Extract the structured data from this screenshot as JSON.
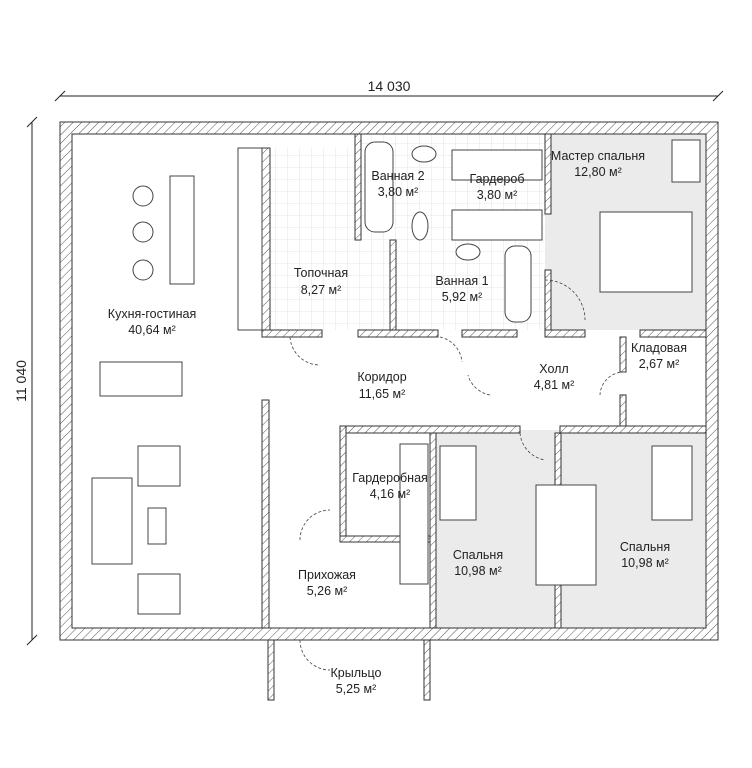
{
  "dimensions": {
    "width": "14 030",
    "height": "11 040"
  },
  "rooms": [
    {
      "name": "Кухня-гостиная",
      "area": "40,64 м²"
    },
    {
      "name": "Топочная",
      "area": "8,27 м²"
    },
    {
      "name": "Ванная 2",
      "area": "3,80 м²"
    },
    {
      "name": "Гардероб",
      "area": "3,80 м²"
    },
    {
      "name": "Мастер спальня",
      "area": "12,80 м²"
    },
    {
      "name": "Ванная 1",
      "area": "5,92 м²"
    },
    {
      "name": "Коридор",
      "area": "11,65 м²"
    },
    {
      "name": "Холл",
      "area": "4,81 м²"
    },
    {
      "name": "Кладовая",
      "area": "2,67 м²"
    },
    {
      "name": "Гардеробная",
      "area": "4,16 м²"
    },
    {
      "name": "Спальня",
      "area": "10,98 м²"
    },
    {
      "name": "Спальня",
      "area": "10,98 м²"
    },
    {
      "name": "Прихожая",
      "area": "5,26 м²"
    },
    {
      "name": "Крыльцо",
      "area": "5,25 м²"
    }
  ]
}
